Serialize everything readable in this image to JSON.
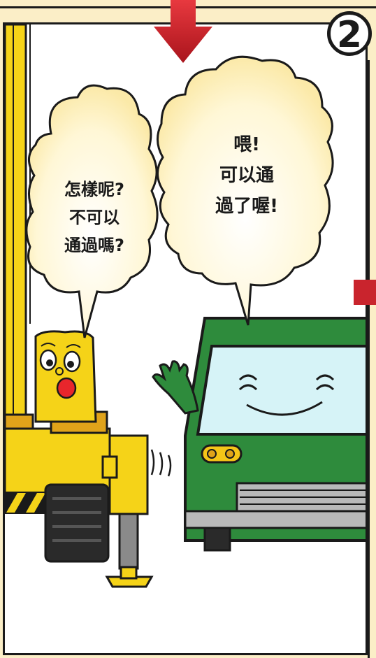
{
  "panel_number": "2",
  "crane_bubble": {
    "lines": [
      "怎樣呢?",
      "不可以",
      "通過嗎?"
    ]
  },
  "truck_bubble": {
    "lines": [
      "喂!",
      "可以通",
      "過了喔!"
    ]
  },
  "colors": {
    "page_background": "#fbeec7",
    "panel_background": "#ffffff",
    "outline": "#1a1a1a",
    "arrow_red": "#c9242d",
    "crane_yellow": "#f5d318",
    "truck_green": "#2e8b3c",
    "windshield": "#d6f3f7",
    "bubble_fill": "#fff6c8"
  },
  "icons": [
    "arrow-down-icon",
    "sound-lines-icon"
  ]
}
